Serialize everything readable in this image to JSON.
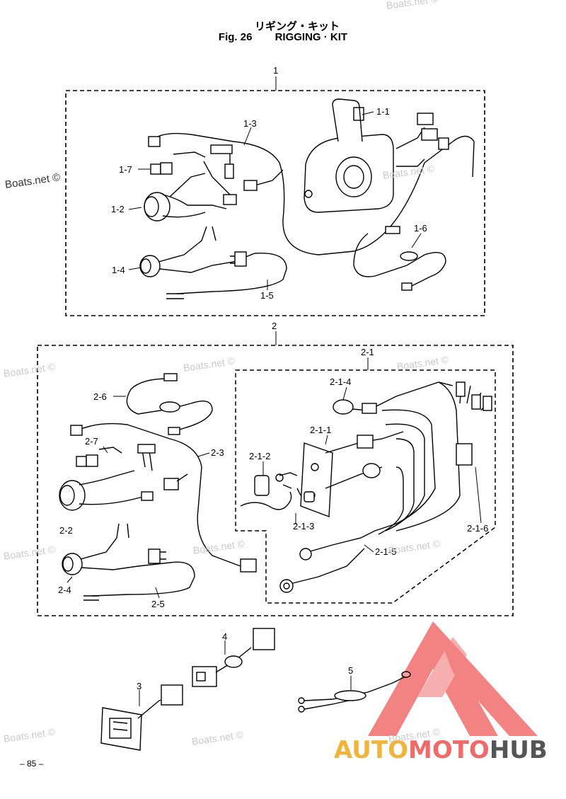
{
  "header": {
    "title_jp": "リギング・キット",
    "fig_label": "Fig. 26",
    "title_en": "RIGGING · KIT"
  },
  "watermark": {
    "text": "Boats.net ©"
  },
  "labels": {
    "g1": "1",
    "p1_1": "1-1",
    "p1_2": "1-2",
    "p1_3": "1-3",
    "p1_4": "1-4",
    "p1_5": "1-5",
    "p1_6": "1-6",
    "p1_7": "1-7",
    "g2": "2",
    "p2_1": "2-1",
    "p2_1_1": "2-1-1",
    "p2_1_2": "2-1-2",
    "p2_1_3": "2-1-3",
    "p2_1_4": "2-1-4",
    "p2_1_5": "2-1-5",
    "p2_1_6": "2-1-6",
    "p2_2": "2-2",
    "p2_3": "2-3",
    "p2_4": "2-4",
    "p2_5": "2-5",
    "p2_6": "2-6",
    "p2_7": "2-7",
    "p3": "3",
    "p4": "4",
    "p5": "5"
  },
  "footer": {
    "page_number": "– 85 –"
  },
  "logo": {
    "part1": "AUTO",
    "part2": "MOTO",
    "part3": "HUB",
    "colors": {
      "red": "#f06a6a",
      "yellow": "#f0b43c",
      "gray": "#555555"
    }
  }
}
